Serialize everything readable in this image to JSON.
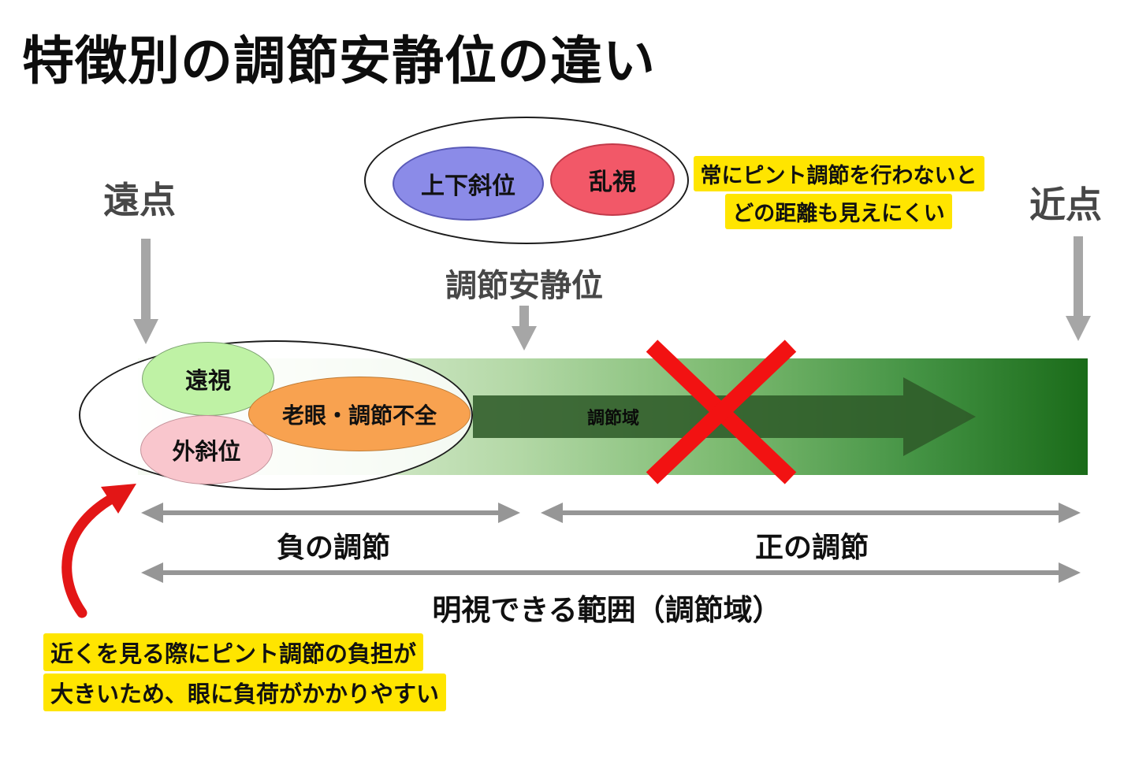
{
  "title": "特徴別の調節安静位の違い",
  "axis": {
    "far_point": "遠点",
    "near_point": "近点",
    "resting_label": "調節安静位"
  },
  "bar": {
    "range_label": "調節域",
    "negative_label": "負の調節",
    "positive_label": "正の調節",
    "clear_range_label": "明視できる範囲（調節域）",
    "gradient_start": "#f7fbf4",
    "gradient_end": "#1a6b19",
    "inner_arrow_color": "#2f5b29"
  },
  "top_group": {
    "ellipse_1": {
      "label": "上下斜位",
      "fill": "#8b8be8"
    },
    "ellipse_2": {
      "label": "乱視",
      "fill": "#f25868"
    }
  },
  "left_group": {
    "ellipse_1": {
      "label": "遠視",
      "fill": "#bff2a5"
    },
    "ellipse_2": {
      "label": "老眼・調節不全",
      "fill": "#f8a250"
    },
    "ellipse_3": {
      "label": "外斜位",
      "fill": "#f9c6cd"
    }
  },
  "notes": {
    "top": {
      "line1": "常にピント調節を行わないと",
      "line2": "どの距離も見えにくい",
      "highlight": "#ffe500"
    },
    "bottom": {
      "line1": "近くを見る際にピント調節の負担が",
      "line2": "大きいため、眼に負荷がかかりやすい",
      "highlight": "#ffe500"
    }
  },
  "marks": {
    "x_color": "#f21212",
    "red_arrow_color": "#e31616",
    "gray_arrow_color": "#9b9b9b"
  }
}
